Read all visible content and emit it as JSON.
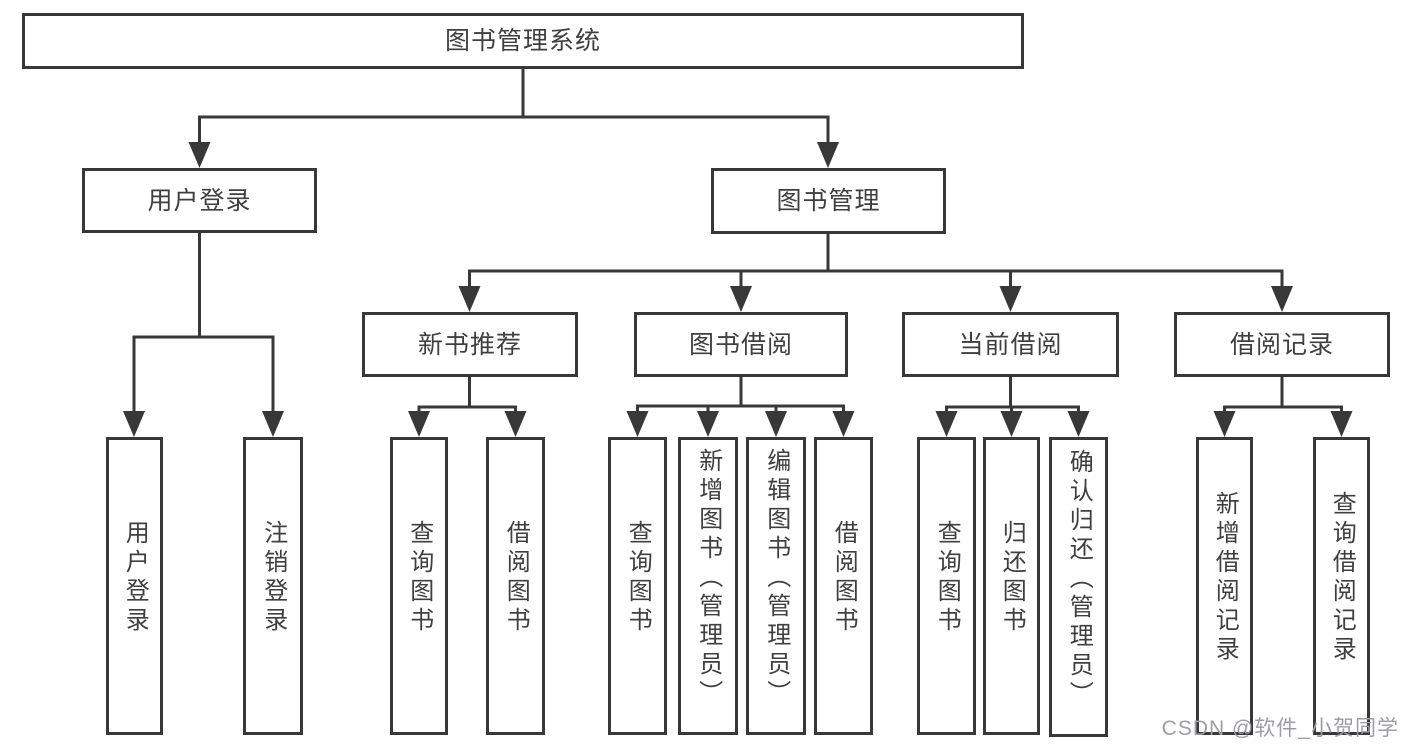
{
  "tree": {
    "label": "图书管理系统",
    "children": [
      {
        "label": "用户登录",
        "children": [
          {
            "label": "用户登录"
          },
          {
            "label": "注销登录"
          }
        ]
      },
      {
        "label": "图书管理",
        "children": [
          {
            "label": "新书推荐",
            "children": [
              {
                "label": "查询图书"
              },
              {
                "label": "借阅图书"
              }
            ]
          },
          {
            "label": "图书借阅",
            "children": [
              {
                "label": "查询图书"
              },
              {
                "label": "新增图书（管理员）"
              },
              {
                "label": "编辑图书（管理员）"
              },
              {
                "label": "借阅图书"
              }
            ]
          },
          {
            "label": "当前借阅",
            "children": [
              {
                "label": "查询图书"
              },
              {
                "label": "归还图书"
              },
              {
                "label": "确认归还（管理员）"
              }
            ]
          },
          {
            "label": "借阅记录",
            "children": [
              {
                "label": "新增借阅记录"
              },
              {
                "label": "查询借阅记录"
              }
            ]
          }
        ]
      }
    ]
  },
  "watermark": "CSDN @软件_小贺同学",
  "colors": {
    "line": "#383838",
    "text": "#3f3f3f",
    "node_background": "#ffffff",
    "watermark": "#9e9ea2",
    "page_background": "#ffffff"
  }
}
